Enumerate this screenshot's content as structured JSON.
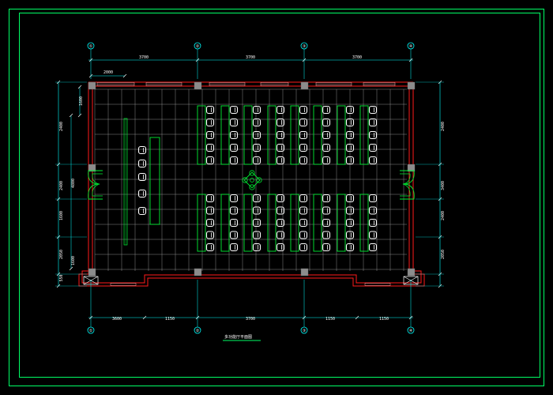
{
  "colors": {
    "background": "#000000",
    "frame": "#00ff66",
    "wall": "#ff1a1a",
    "grid": "#9a9a9a",
    "dimension": "#00ffff",
    "furniture": "#00ee33",
    "chair": "#ffffff",
    "column": "#8c8c8c",
    "window": "#ffaaaa"
  },
  "icons": {
    "axis_marker": "axis-bubble-icon",
    "column": "column-icon",
    "chair": "chair-icon",
    "stair": "stair-icon",
    "balcony": "bay-window-icon",
    "plant": "plant-icon"
  },
  "plan": {
    "axes_top": [
      "①",
      "②",
      "③",
      "④"
    ],
    "axes_bottom": [
      "①",
      "②",
      "③",
      "④"
    ],
    "dims_top": [
      "3700",
      "3700",
      "3700"
    ],
    "dims_top_sub": "2000",
    "dims_bottom": [
      "3600",
      "1150",
      "3700",
      "1150",
      "1150"
    ],
    "dims_left_outer": [
      "2400",
      "2400",
      "1600",
      "2050",
      "550"
    ],
    "dims_left_inner": [
      "4800"
    ],
    "dims_left_bay": [
      "1600",
      "1600"
    ],
    "dims_right": [
      "2400",
      "3400",
      "2400",
      "2050"
    ],
    "drawing_title": "多功能厅平面图"
  }
}
